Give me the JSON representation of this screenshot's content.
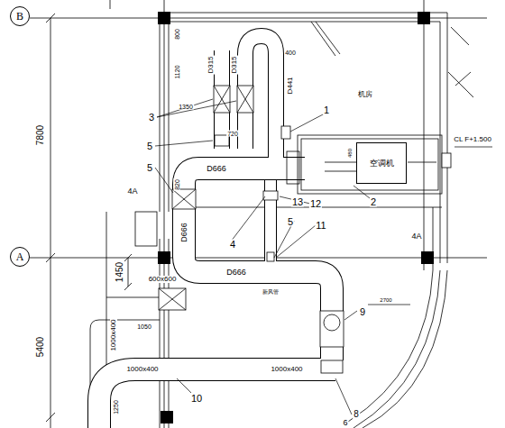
{
  "diagram": {
    "nodes": [
      {
        "text": [
          "B"
        ]
      },
      {
        "text": [
          "A"
        ]
      },
      {
        "text": [
          "空调机"
        ]
      }
    ],
    "labels": [
      "7800",
      "5400",
      "1450",
      "600x600",
      "1000x400",
      "1050",
      "1250",
      "1000x400",
      "1000x400",
      "D666",
      "D666",
      "D666",
      "D315",
      "D315",
      "D441",
      "800",
      "1120",
      "1350",
      "720",
      "400",
      "820",
      "2700",
      "480",
      "CL F+1.500",
      "4A",
      "4A",
      "机房",
      "新风管",
      "1",
      "2",
      "3",
      "5",
      "5",
      "4",
      "5",
      "11",
      "12",
      "13",
      "9",
      "10",
      "8",
      "6"
    ]
  }
}
